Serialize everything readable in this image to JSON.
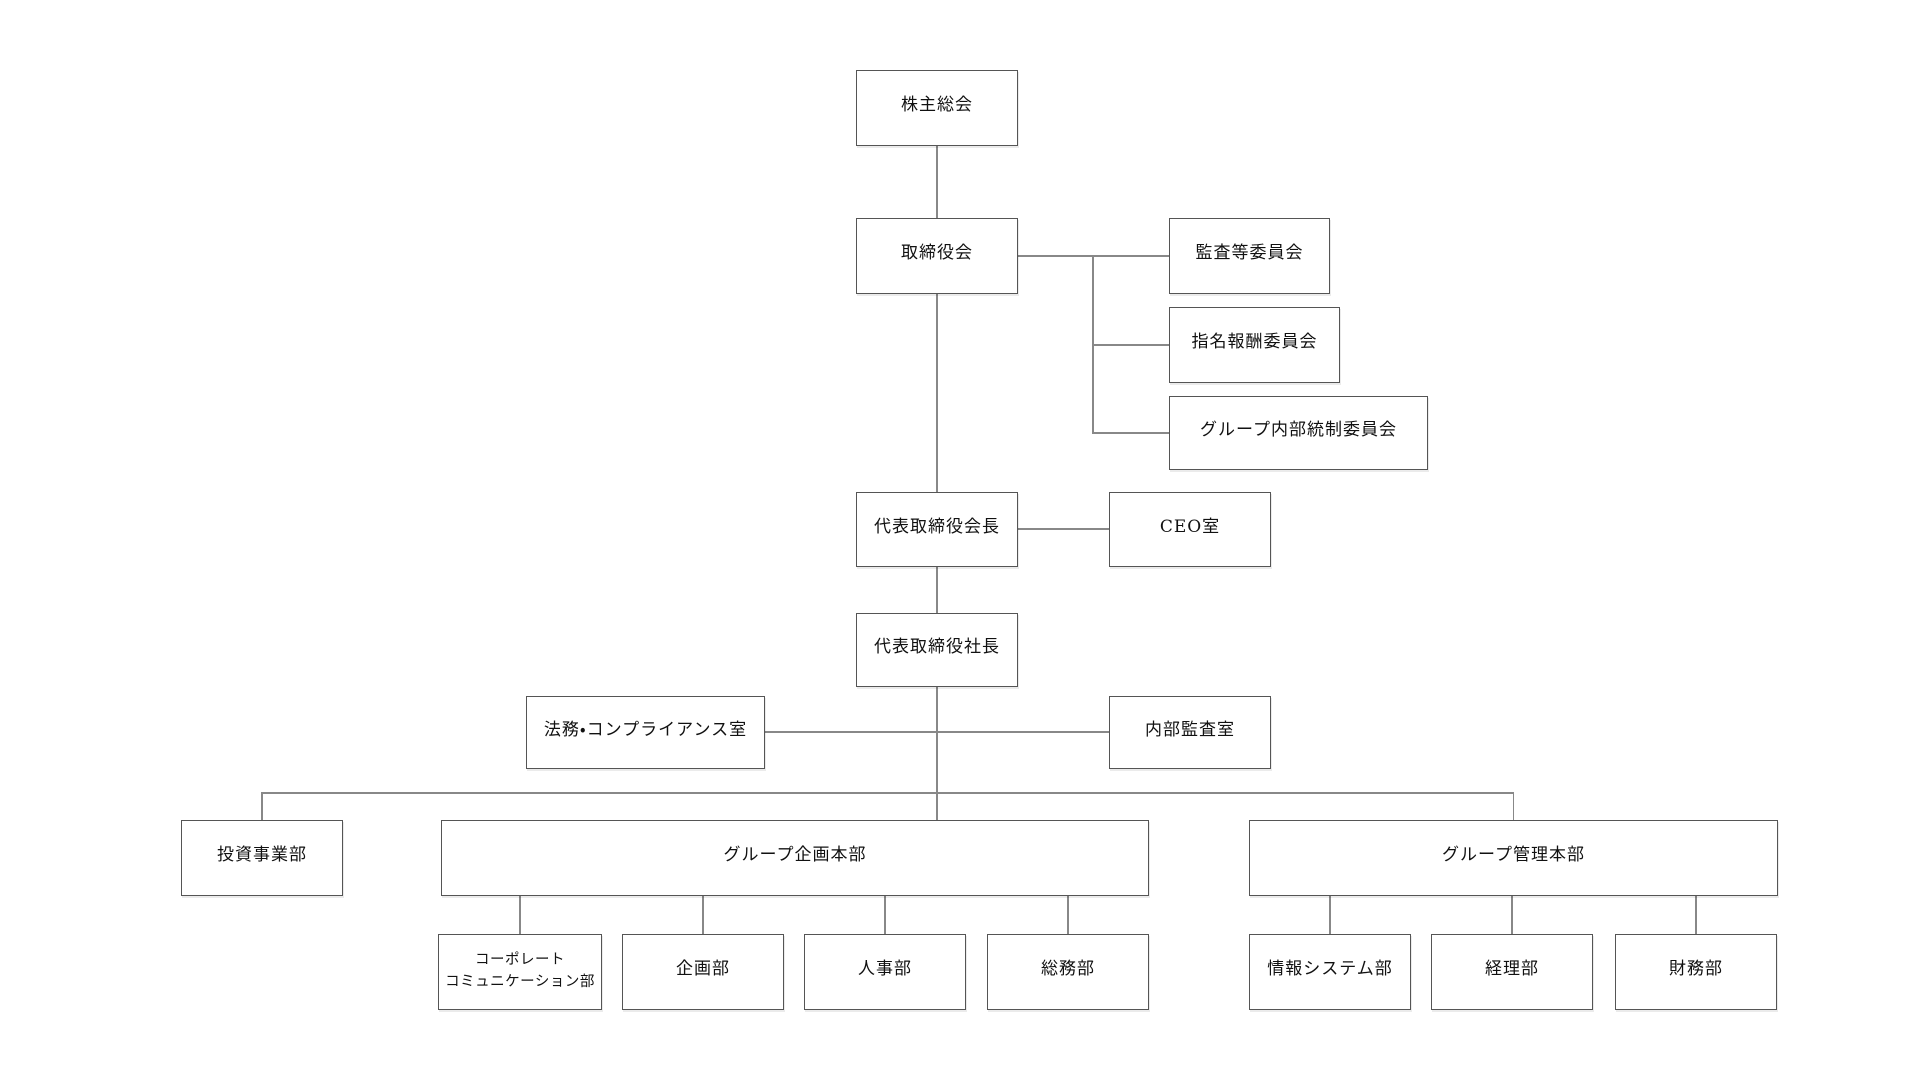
{
  "diagram": {
    "type": "org-chart",
    "nodes": {
      "shareholders_meeting": "株主総会",
      "board_of_directors": "取締役会",
      "audit_committee": "監査等委員会",
      "nomination_remuneration_committee": "指名報酬委員会",
      "group_internal_control_committee": "グループ内部統制委員会",
      "chairman": "代表取締役会長",
      "ceo_office": "CEO室",
      "president": "代表取締役社長",
      "legal_compliance_office": "法務・コンプライアンス室",
      "internal_audit_office": "内部監査室",
      "investment_business_dept": "投資事業部",
      "group_planning_hq": "グループ企画本部",
      "group_admin_hq": "グループ管理本部",
      "corporate_communication_dept": "コーポレート\nコミュニケーション部",
      "planning_dept": "企画部",
      "hr_dept": "人事部",
      "general_affairs_dept": "総務部",
      "information_systems_dept": "情報システム部",
      "accounting_dept": "経理部",
      "finance_dept": "財務部"
    },
    "edges": [
      [
        "shareholders_meeting",
        "board_of_directors"
      ],
      [
        "board_of_directors",
        "audit_committee"
      ],
      [
        "board_of_directors",
        "nomination_remuneration_committee"
      ],
      [
        "board_of_directors",
        "group_internal_control_committee"
      ],
      [
        "board_of_directors",
        "chairman"
      ],
      [
        "chairman",
        "ceo_office"
      ],
      [
        "chairman",
        "president"
      ],
      [
        "president",
        "legal_compliance_office"
      ],
      [
        "president",
        "internal_audit_office"
      ],
      [
        "president",
        "investment_business_dept"
      ],
      [
        "president",
        "group_planning_hq"
      ],
      [
        "president",
        "group_admin_hq"
      ],
      [
        "group_planning_hq",
        "corporate_communication_dept"
      ],
      [
        "group_planning_hq",
        "planning_dept"
      ],
      [
        "group_planning_hq",
        "hr_dept"
      ],
      [
        "group_planning_hq",
        "general_affairs_dept"
      ],
      [
        "group_admin_hq",
        "information_systems_dept"
      ],
      [
        "group_admin_hq",
        "accounting_dept"
      ],
      [
        "group_admin_hq",
        "finance_dept"
      ]
    ],
    "colors": {
      "background": "#ffffff",
      "box_border": "#555555",
      "connector": "#888888",
      "text": "#111111"
    }
  }
}
